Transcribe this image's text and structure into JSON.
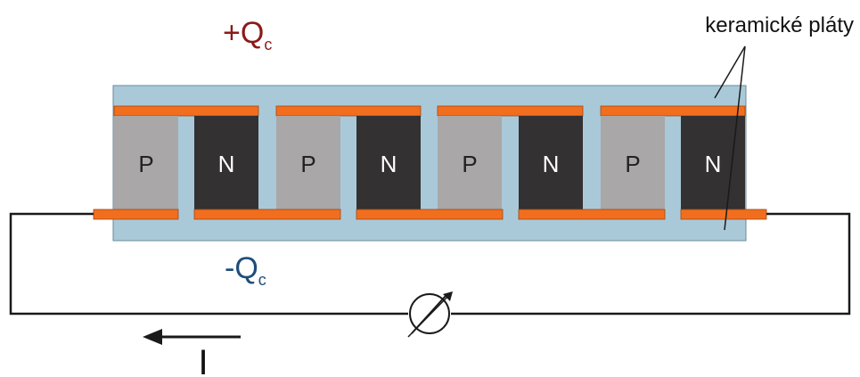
{
  "labels": {
    "hot_side": "+Q",
    "hot_sub": "c",
    "cold_side": "-Q",
    "cold_sub": "c",
    "plates": "keramické pláty",
    "current": "I"
  },
  "legs": [
    "P",
    "N",
    "P",
    "N",
    "P",
    "N",
    "P",
    "N"
  ],
  "colors": {
    "ceramic": "#a9c9d9",
    "conductor": "#f26e1f",
    "p_leg": "#a9a7a7",
    "n_leg": "#333132",
    "hot_label": "#8b1a1a",
    "cold_label": "#1e4d7a",
    "wire": "#1a1a1a"
  },
  "icons": {
    "source": "adjustable-source-icon",
    "arrow": "current-arrow-icon"
  }
}
